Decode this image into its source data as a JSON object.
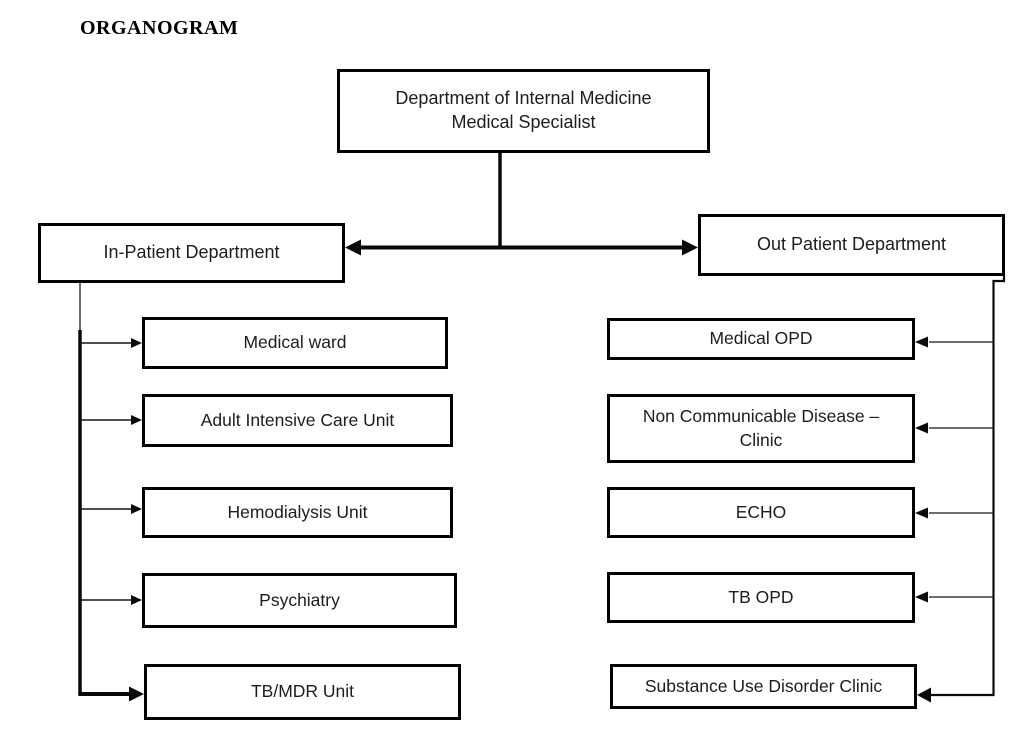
{
  "title": "ORGANOGRAM",
  "root_box": {
    "label": "Department of Internal Medicine\nMedical Specialist"
  },
  "departments": {
    "inpatient": {
      "label": "In-Patient Department",
      "units": [
        "Medical ward",
        "Adult Intensive Care Unit",
        "Hemodialysis Unit",
        "Psychiatry",
        "TB/MDR Unit"
      ]
    },
    "outpatient": {
      "label": "Out Patient Department",
      "units": [
        "Medical OPD",
        "Non Communicable Disease –\nClinic",
        "ECHO",
        "TB OPD",
        "Substance Use Disorder Clinic"
      ]
    }
  },
  "colors": {
    "connector": "#000000",
    "box_border": "#000000",
    "text": "#1d1d1d",
    "background": "#ffffff"
  }
}
